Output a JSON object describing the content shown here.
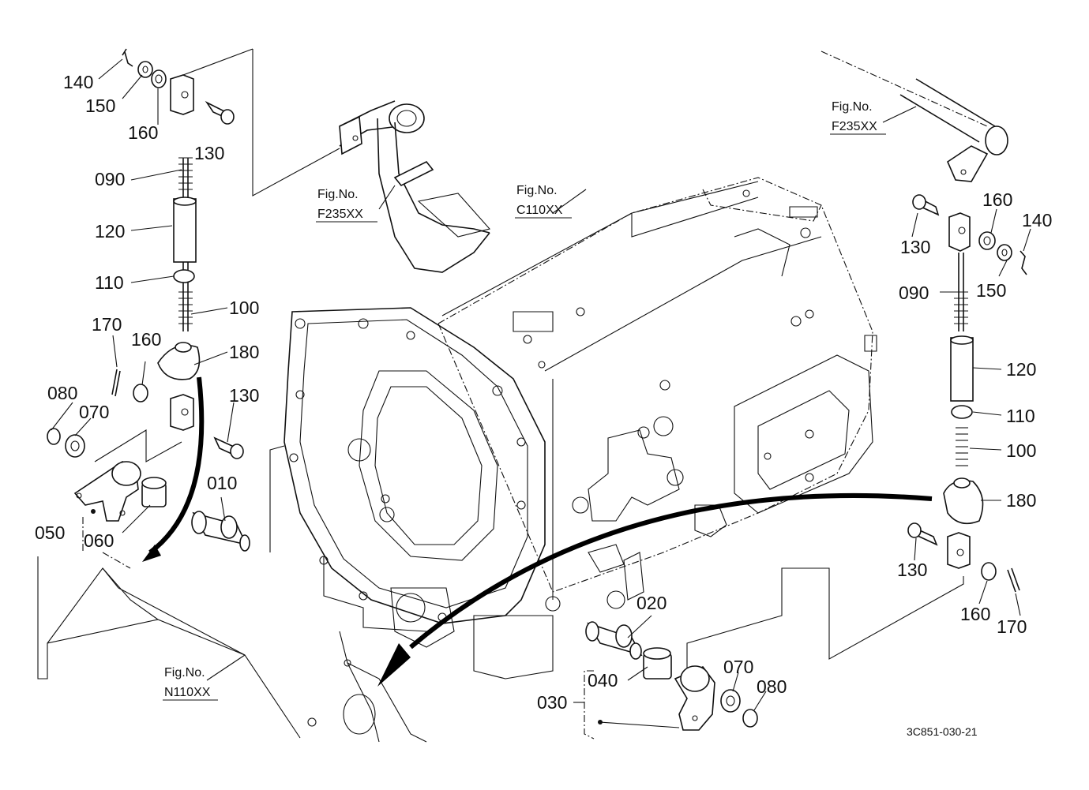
{
  "fig_refs": {
    "pedal": {
      "label": "Fig.No.",
      "code": "F235XX"
    },
    "housing": {
      "label": "Fig.No.",
      "code": "C110XX"
    },
    "right_pedal": {
      "label": "Fig.No.",
      "code": "F235XX"
    },
    "lower": {
      "label": "Fig.No.",
      "code": "N110XX"
    }
  },
  "parts_left": {
    "p140": "140",
    "p150": "150",
    "p160a": "160",
    "p130a": "130",
    "p090": "090",
    "p120": "120",
    "p110": "110",
    "p100": "100",
    "p170": "170",
    "p160b": "160",
    "p180": "180",
    "p080": "080",
    "p070": "070",
    "p130b": "130",
    "p010": "010",
    "p050": "050",
    "p060": "060"
  },
  "parts_right": {
    "p160a": "160",
    "p140": "140",
    "p130a": "130",
    "p150": "150",
    "p090": "090",
    "p120": "120",
    "p110": "110",
    "p100": "100",
    "p180": "180",
    "p130b": "130",
    "p160b": "160",
    "p170": "170"
  },
  "parts_bottom": {
    "p020": "020",
    "p040": "040",
    "p070": "070",
    "p080": "080",
    "p030": "030"
  },
  "drawing_code": "3C851-030-21"
}
